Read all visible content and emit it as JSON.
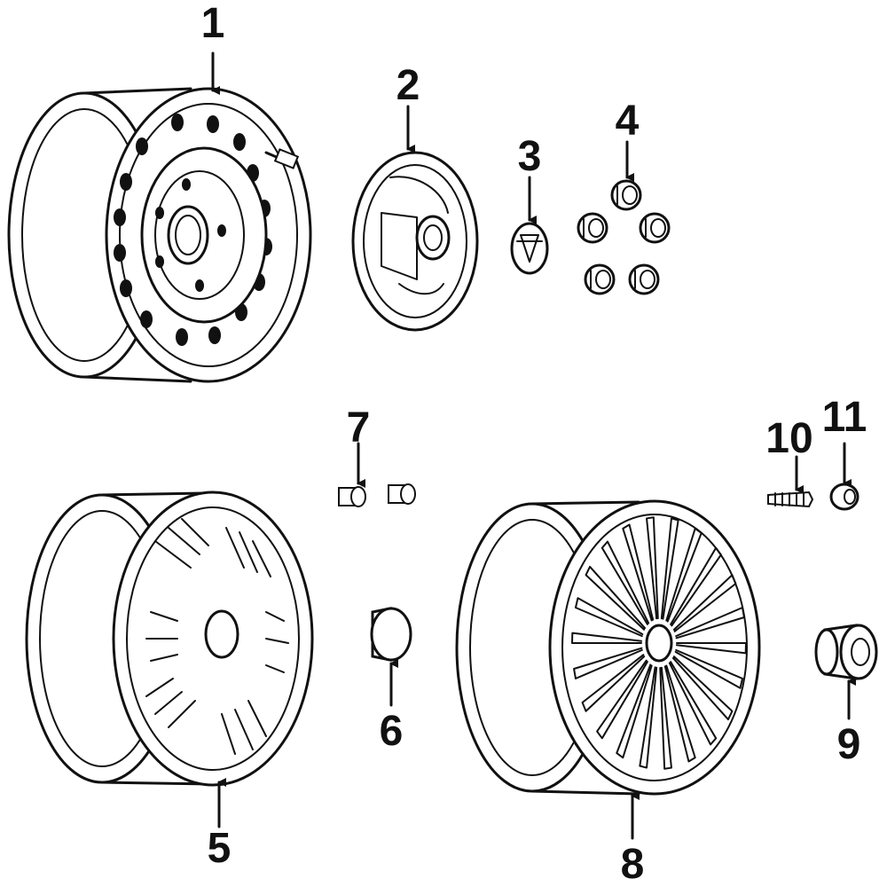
{
  "diagram": {
    "background": "#ffffff",
    "ink": "#111111",
    "parts": [
      {
        "key": "p1",
        "number": "1",
        "icon": "steel-wheel-icon"
      },
      {
        "key": "p2",
        "number": "2",
        "icon": "wheel-cover-icon"
      },
      {
        "key": "p3",
        "number": "3",
        "icon": "center-cap-emblem-icon"
      },
      {
        "key": "p4",
        "number": "4",
        "icon": "lug-nut-icon"
      },
      {
        "key": "p5",
        "number": "5",
        "icon": "spoke-wheel-icon"
      },
      {
        "key": "p6",
        "number": "6",
        "icon": "center-cap-icon"
      },
      {
        "key": "p7",
        "number": "7",
        "icon": "lug-nut-icon"
      },
      {
        "key": "p8",
        "number": "8",
        "icon": "multi-spoke-wheel-icon"
      },
      {
        "key": "p9",
        "number": "9",
        "icon": "hub-cap-icon"
      },
      {
        "key": "p10",
        "number": "10",
        "icon": "wheel-stud-icon"
      },
      {
        "key": "p11",
        "number": "11",
        "icon": "lug-nut-icon"
      }
    ]
  }
}
